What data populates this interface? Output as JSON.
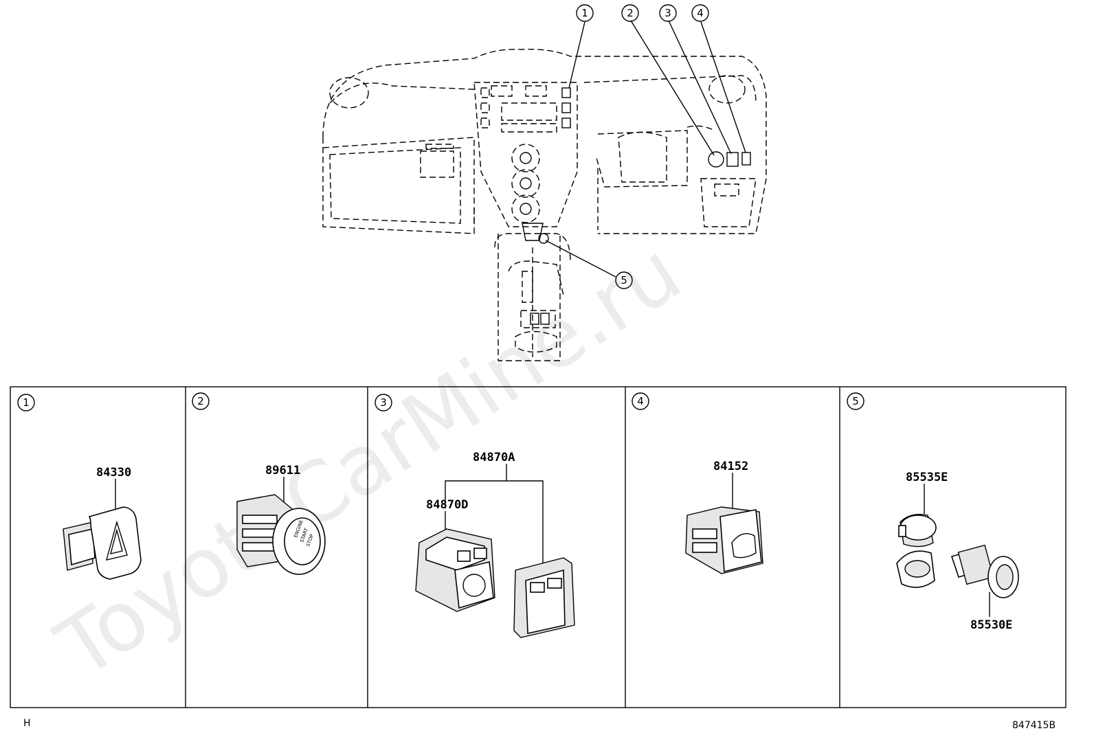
{
  "watermark": "ToyotaCarMine.ru",
  "callouts": [
    "1",
    "2",
    "3",
    "4",
    "5"
  ],
  "panels": [
    {
      "number": "1",
      "parts": [
        "84330"
      ]
    },
    {
      "number": "2",
      "parts": [
        "89611"
      ]
    },
    {
      "number": "3",
      "parts": [
        "84870A",
        "84870D"
      ]
    },
    {
      "number": "4",
      "parts": [
        "84152"
      ]
    },
    {
      "number": "5",
      "parts": [
        "85535E",
        "85530E"
      ]
    }
  ],
  "footer": {
    "left": "H",
    "right": "847415B"
  }
}
